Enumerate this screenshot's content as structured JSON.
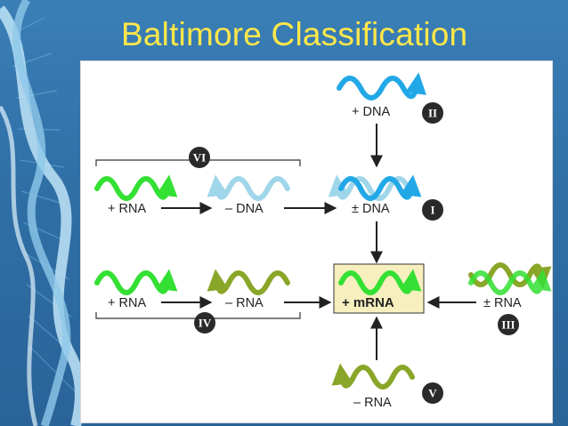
{
  "slide": {
    "title": "Baltimore Classification"
  },
  "colors": {
    "plus_rna": "#33e033",
    "dna_dark": "#22a8e6",
    "dna_light": "#9fd6ea",
    "minus_rna": "#8aa628",
    "mrna_box": "#f7efbe",
    "badge": "#2a2a2a",
    "arrow": "#222222"
  },
  "labels": {
    "plus_dna": "+ DNA",
    "plus_rna_vi": "+ RNA",
    "minus_dna": "– DNA",
    "pm_dna": "± DNA",
    "plus_rna_iv": "+ RNA",
    "minus_rna_iv": "– RNA",
    "mrna": "+ mRNA",
    "pm_rna": "± RNA",
    "minus_rna_v": "– RNA"
  },
  "classes": {
    "I": "I",
    "II": "II",
    "III": "III",
    "IV": "IV",
    "V": "V",
    "VI": "VI"
  }
}
